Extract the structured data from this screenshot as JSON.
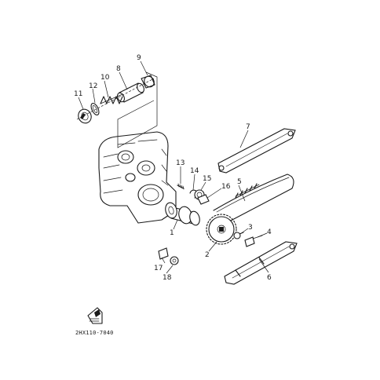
{
  "diagram_code": "2HX110-7040",
  "callouts": {
    "camshaft": "1",
    "cam_sprocket": "2",
    "sprocket_bolt": "3",
    "tensioner_bolt": "4",
    "cam_chain": "5",
    "chain_tensioner_lower": "6",
    "chain_guide_upper": "7",
    "spring_holder": "8",
    "cap": "9",
    "spring": "10",
    "plug": "11",
    "gasket": "12",
    "dowel_pin": "13",
    "bearing_circlip": "14",
    "bearing": "15",
    "sleeve": "16",
    "bracket": "17",
    "nut": "18"
  }
}
